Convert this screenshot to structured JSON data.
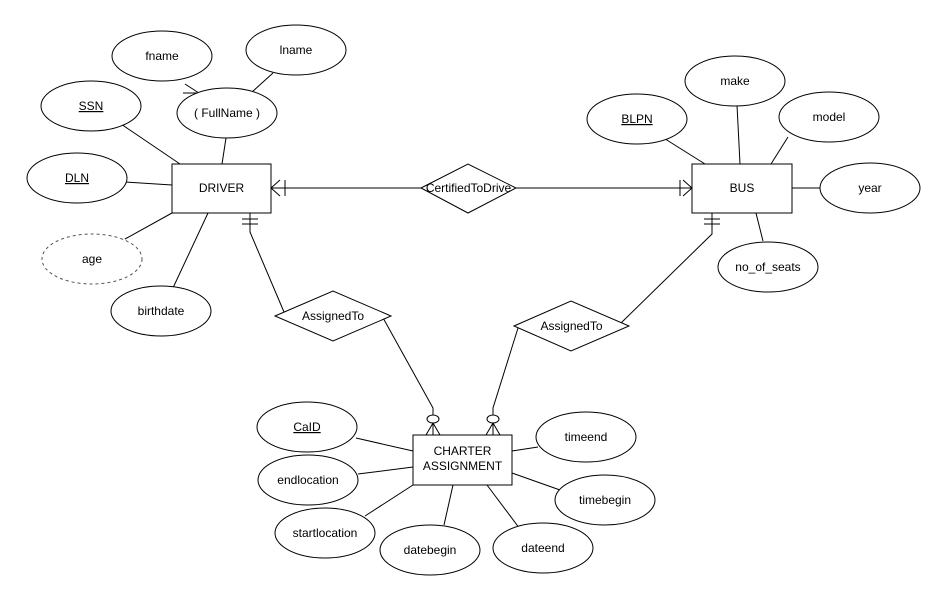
{
  "diagram": {
    "entities": {
      "driver": "DRIVER",
      "bus": "BUS",
      "charter": [
        "CHARTER",
        "ASSIGNMENT"
      ]
    },
    "relationships": {
      "certified": "CertifiedToDrive",
      "assigned_driver": "AssignedTo",
      "assigned_bus": "AssignedTo"
    },
    "attributes": {
      "fname": "fname",
      "lname": "lname",
      "fullname": "( FullName )",
      "ssn": "SSN",
      "dln": "DLN",
      "age": "age",
      "birthdate": "birthdate",
      "blpn": "BLPN",
      "make": "make",
      "model": "model",
      "year": "year",
      "no_of_seats": "no_of_seats",
      "caid": "CaID",
      "endlocation": "endlocation",
      "startlocation": "startlocation",
      "datebegin": "datebegin",
      "dateend": "dateend",
      "timebegin": "timebegin",
      "timeend": "timeend"
    }
  }
}
